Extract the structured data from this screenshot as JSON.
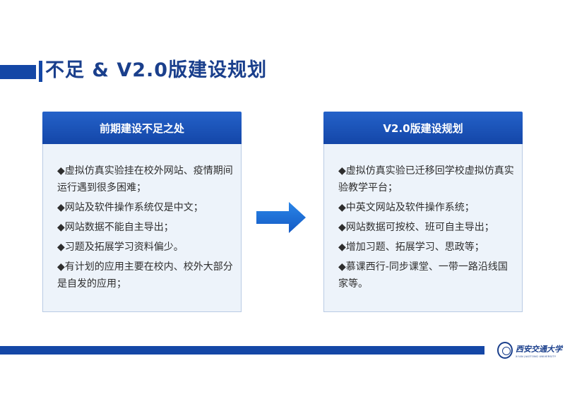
{
  "slide": {
    "title": "不足 & V2.0版建设规划"
  },
  "left_panel": {
    "header": "前期建设不足之处",
    "items": [
      "◆虚拟仿真实验挂在校外网站、疫情期间运行遇到很多困难；",
      "◆网站及软件操作系统仅是中文；",
      "◆网站数据不能自主导出；",
      "◆习题及拓展学习资料偏少。",
      "◆有计划的应用主要在校内、校外大部分是自发的应用；"
    ]
  },
  "right_panel": {
    "header": "V2.0版建设规划",
    "items": [
      "◆虚拟仿真实验已迁移回学校虚拟仿真实验教学平台；",
      "◆中英文网站及软件操作系统；",
      "◆网站数据可按校、班可自主导出；",
      "◆增加习题、拓展学习、思政等；",
      "◆慕课西行-同步课堂、一带一路沿线国家等。"
    ]
  },
  "logo": {
    "name_cn": "西安交通大学",
    "name_en": "XI'AN JIAOTONG UNIVERSITY"
  },
  "colors": {
    "primary_blue": "#1447a6",
    "panel_body": "#edf3fa",
    "arrow_blue": "#1a6fd6"
  }
}
